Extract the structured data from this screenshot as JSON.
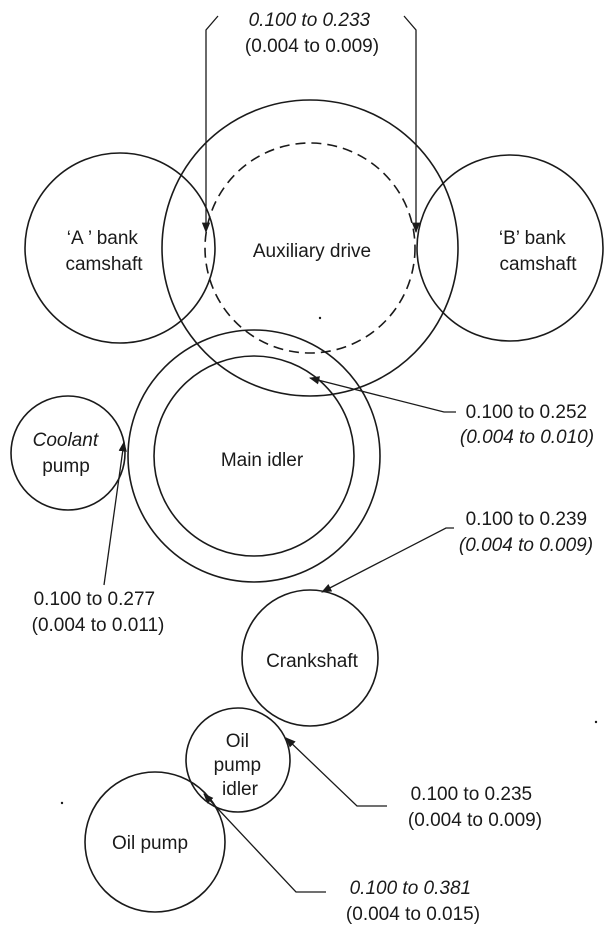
{
  "gears": {
    "a_bank": [
      "‘A ’ bank",
      "camshaft"
    ],
    "b_bank": [
      "‘B’ bank",
      "camshaft"
    ],
    "auxiliary_drive": "Auxiliary drive",
    "coolant_pump": [
      "Coolant",
      "pump"
    ],
    "main_idler": "Main idler",
    "crankshaft": "Crankshaft",
    "oil_pump_idler": [
      "Oil",
      "pump",
      "idler"
    ],
    "oil_pump": "Oil pump"
  },
  "clearances": {
    "aux_camshafts": {
      "mm": "0.100 to 0.233",
      "in": "(0.004 to 0.009)"
    },
    "aux_main_idler": {
      "mm": "0.100 to 0.252",
      "in": "(0.004 to 0.010)"
    },
    "main_idler_crankshaft": {
      "mm": "0.100 to 0.239",
      "in": "(0.004 to 0.009)"
    },
    "coolant_main_idler": {
      "mm": "0.100 to 0.277",
      "in": "(0.004 to 0.011)"
    },
    "crankshaft_oil_idler": {
      "mm": "0.100 to 0.235",
      "in": "(0.004 to 0.009)"
    },
    "oil_idler_oil_pump": {
      "mm": "0.100 to 0.381",
      "in": "(0.004 to 0.015)"
    }
  }
}
